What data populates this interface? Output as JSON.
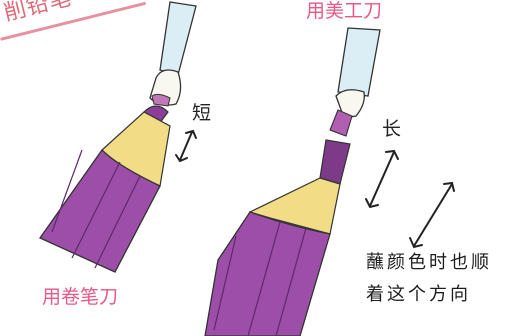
{
  "title": "削铅笔",
  "labels": {
    "utility_knife": "用美工刀",
    "roller_cutter": "用卷笔刀",
    "short": "短",
    "long": "长"
  },
  "note": {
    "line1": "蘸颜色时也顺",
    "line2": "着这个方向"
  },
  "colors": {
    "pencil_purple": "#9c4ea8",
    "pencil_dark": "#5d2a6a",
    "lead_yellow": "#f3e08a",
    "blade_blue": "#cfe7f2",
    "title_pink": "#e06878",
    "label_pink": "#e65a84"
  }
}
